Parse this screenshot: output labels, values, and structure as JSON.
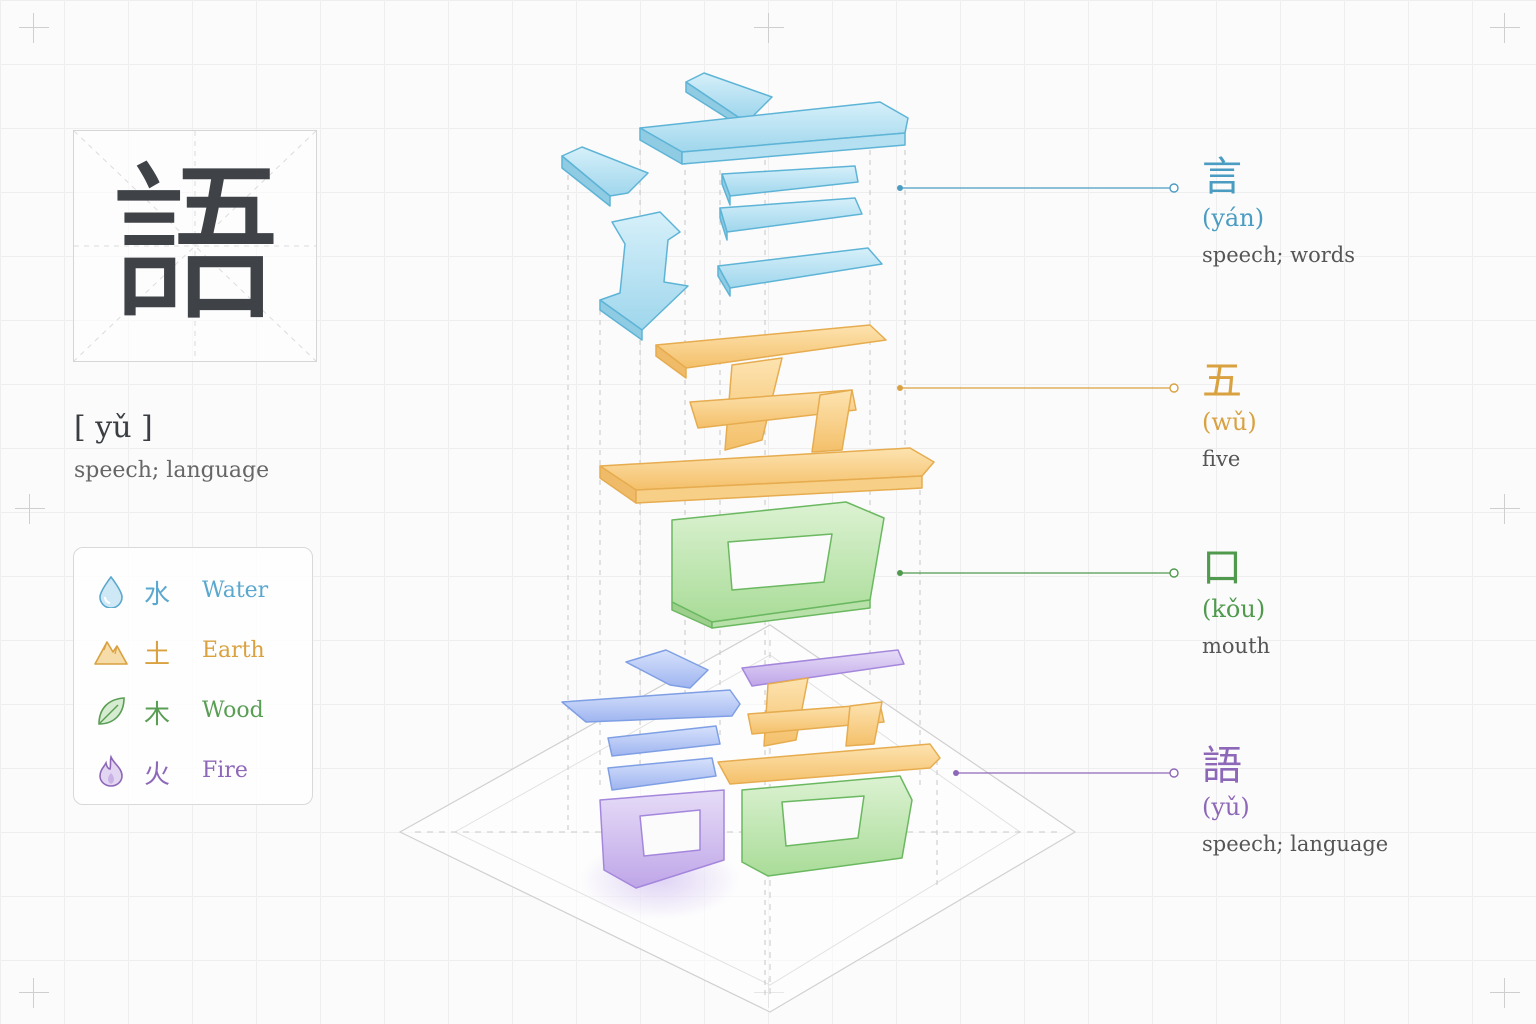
{
  "main": {
    "character": "語",
    "pinyin": "[ yǔ ]",
    "meaning": "speech; language"
  },
  "legend": [
    {
      "han": "水",
      "name": "Water",
      "icon": "water-drop-icon",
      "color": "#5ba8cf"
    },
    {
      "han": "土",
      "name": "Earth",
      "icon": "mountain-icon",
      "color": "#d9a13f"
    },
    {
      "han": "木",
      "name": "Wood",
      "icon": "leaf-icon",
      "color": "#5a9e55"
    },
    {
      "han": "火",
      "name": "Fire",
      "icon": "flame-icon",
      "color": "#8e68b8"
    }
  ],
  "components": [
    {
      "char": "言",
      "pinyin": "(yán)",
      "meaning": "speech; words",
      "color": "#4a9cc2"
    },
    {
      "char": "五",
      "pinyin": "(wǔ)",
      "meaning": "five",
      "color": "#d9a13f"
    },
    {
      "char": "口",
      "pinyin": "(kǒu)",
      "meaning": "mouth",
      "color": "#4f9a4d"
    },
    {
      "char": "語",
      "pinyin": "(yǔ)",
      "meaning": "speech; language",
      "color": "#8e68b8"
    }
  ]
}
